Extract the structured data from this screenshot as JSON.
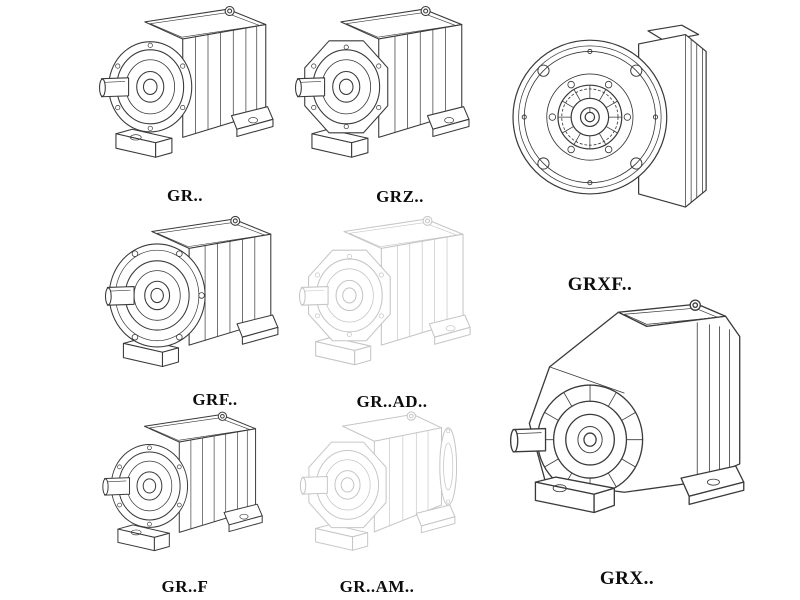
{
  "page": {
    "background": "#ffffff",
    "ink_color": "#3a3a3a",
    "faded_color": "#c6c6c6",
    "label_color": "#0d0d0d"
  },
  "models": [
    {
      "id": "gr",
      "label": "GR.."
    },
    {
      "id": "grz",
      "label": "GRZ.."
    },
    {
      "id": "grxf",
      "label": "GRXF.."
    },
    {
      "id": "grf",
      "label": "GRF.."
    },
    {
      "id": "grad",
      "label": "GR..AD.."
    },
    {
      "id": "grff",
      "label": "GR..F"
    },
    {
      "id": "gram",
      "label": "GR..AM.."
    },
    {
      "id": "grx",
      "label": "GRX.."
    }
  ]
}
